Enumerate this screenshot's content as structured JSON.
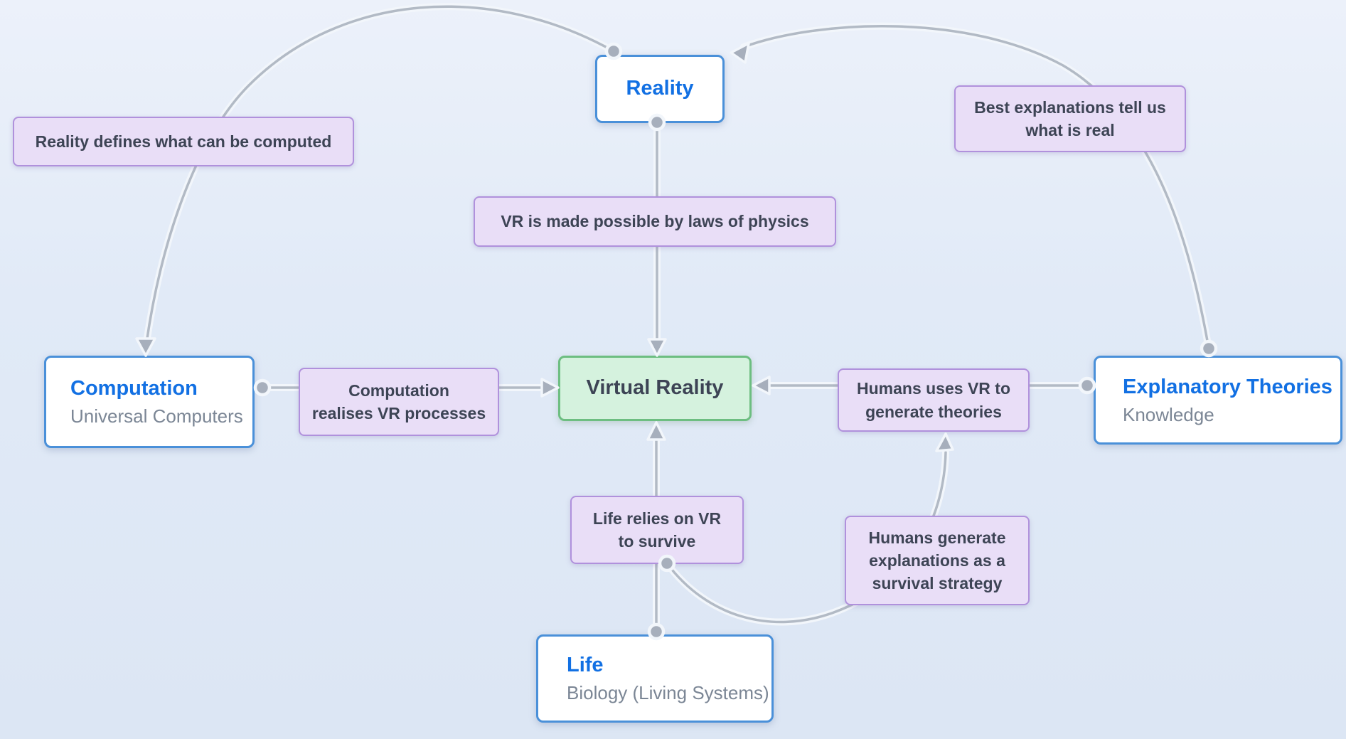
{
  "diagram_title": "Virtual Reality concept map",
  "colors": {
    "bg_top": "#ecf1fa",
    "bg_mid": "#e1eaf7",
    "bg_bottom": "#dce6f4",
    "node_border": "#4a90d9",
    "node_title": "#1270e3",
    "node_subtitle": "#7b8695",
    "green_fill": "#d5f2de",
    "green_border": "#6dbe81",
    "purple_fill": "#e9def7",
    "purple_border": "#b091dc",
    "label_text": "#3d4455",
    "edge_color": "#b2bac5",
    "edge_dot": "#a7afbc",
    "halo_color": "#f2f6fb"
  },
  "nodes": {
    "reality": {
      "label": "Reality"
    },
    "computation": {
      "label": "Computation",
      "sublabel": "Universal Computers"
    },
    "virtual_reality": {
      "label": "Virtual Reality"
    },
    "explanatory_theories": {
      "label": "Explanatory Theories",
      "sublabel": "Knowledge"
    },
    "life": {
      "label": "Life",
      "sublabel": "Biology (Living Systems)"
    }
  },
  "edges": {
    "reality_to_computation": {
      "label": "Reality defines what can be computed"
    },
    "explanatory_to_reality": {
      "label": "Best explanations tell us\nwhat is real"
    },
    "reality_to_vr": {
      "label": "VR is made possible by laws of physics"
    },
    "computation_to_vr": {
      "label": "Computation\nrealises VR processes"
    },
    "explanatory_to_vr": {
      "label": "Humans uses VR to\ngenerate theories"
    },
    "life_to_vr": {
      "label": "Life relies on VR\nto survive"
    },
    "life_to_theories": {
      "label": "Humans generate\nexplanations as a\nsurvival strategy"
    }
  }
}
